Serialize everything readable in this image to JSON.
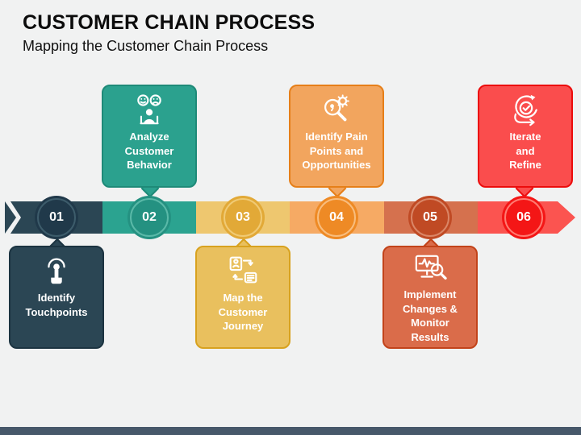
{
  "slide": {
    "title": "CUSTOMER CHAIN PROCESS",
    "subtitle": "Mapping the Customer Chain Process",
    "background": "#f1f2f2",
    "footer_bar_color": "#47586a"
  },
  "steps": [
    {
      "number": "01",
      "label": "Identify\nTouchpoints",
      "position": "below",
      "icon": "touch-icon",
      "colors": {
        "segment": "#2b4654",
        "circle": "#20394a",
        "ring": "#3d5c6b",
        "box_fill": "#2b4654",
        "box_border": "#1c3441"
      }
    },
    {
      "number": "02",
      "label": "Analyze\nCustomer\nBehavior",
      "position": "above",
      "icon": "customer-sentiment-icon",
      "colors": {
        "segment": "#2ba390",
        "circle": "#249181",
        "ring": "#5ab9a8",
        "box_fill": "#2ba18e",
        "box_border": "#1e8a78"
      }
    },
    {
      "number": "03",
      "label": "Map the\nCustomer\nJourney",
      "position": "below",
      "icon": "journey-map-icon",
      "colors": {
        "segment": "#eec76f",
        "circle": "#e2a937",
        "ring": "#f0ca74",
        "box_fill": "#e9c05e",
        "box_border": "#d8a21f"
      }
    },
    {
      "number": "04",
      "label": "Identify Pain\nPoints and\nOpportunities",
      "position": "above",
      "icon": "magnifier-gear-icon",
      "colors": {
        "segment": "#f6aa64",
        "circle": "#ee8a25",
        "ring": "#f8bd7e",
        "box_fill": "#f2a55e",
        "box_border": "#e67f19"
      }
    },
    {
      "number": "05",
      "label": "Implement\nChanges &\nMonitor\nResults",
      "position": "below",
      "icon": "monitor-analysis-icon",
      "colors": {
        "segment": "#d5714e",
        "circle": "#c04a24",
        "ring": "#da8667",
        "box_fill": "#da6c4a",
        "box_border": "#c2431a"
      }
    },
    {
      "number": "06",
      "label": "Iterate\nand\nRefine",
      "position": "above",
      "icon": "iterate-refine-icon",
      "colors": {
        "segment": "#fb5450",
        "circle": "#f41616",
        "ring": "#ff7b72",
        "box_fill": "#fa4d4d",
        "box_border": "#ec0c0c"
      }
    }
  ]
}
